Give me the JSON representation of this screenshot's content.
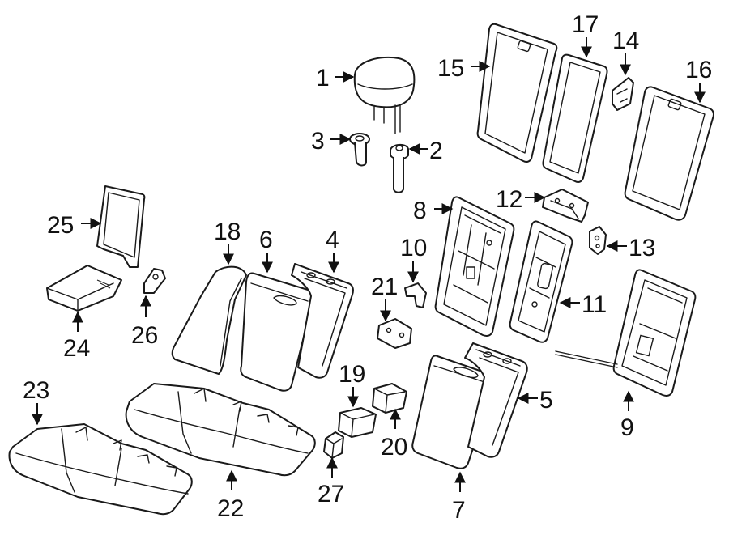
{
  "diagram": {
    "title": "",
    "callouts": [
      {
        "id": "1",
        "label": "1"
      },
      {
        "id": "2",
        "label": "2"
      },
      {
        "id": "3",
        "label": "3"
      },
      {
        "id": "4",
        "label": "4"
      },
      {
        "id": "5",
        "label": "5"
      },
      {
        "id": "6",
        "label": "6"
      },
      {
        "id": "7",
        "label": "7"
      },
      {
        "id": "8",
        "label": "8"
      },
      {
        "id": "9",
        "label": "9"
      },
      {
        "id": "10",
        "label": "10"
      },
      {
        "id": "11",
        "label": "11"
      },
      {
        "id": "12",
        "label": "12"
      },
      {
        "id": "13",
        "label": "13"
      },
      {
        "id": "14",
        "label": "14"
      },
      {
        "id": "15",
        "label": "15"
      },
      {
        "id": "16",
        "label": "16"
      },
      {
        "id": "17",
        "label": "17"
      },
      {
        "id": "18",
        "label": "18"
      },
      {
        "id": "19",
        "label": "19"
      },
      {
        "id": "20",
        "label": "20"
      },
      {
        "id": "21",
        "label": "21"
      },
      {
        "id": "22",
        "label": "22"
      },
      {
        "id": "23",
        "label": "23"
      },
      {
        "id": "24",
        "label": "24"
      },
      {
        "id": "25",
        "label": "25"
      },
      {
        "id": "26",
        "label": "26"
      },
      {
        "id": "27",
        "label": "27"
      }
    ]
  }
}
